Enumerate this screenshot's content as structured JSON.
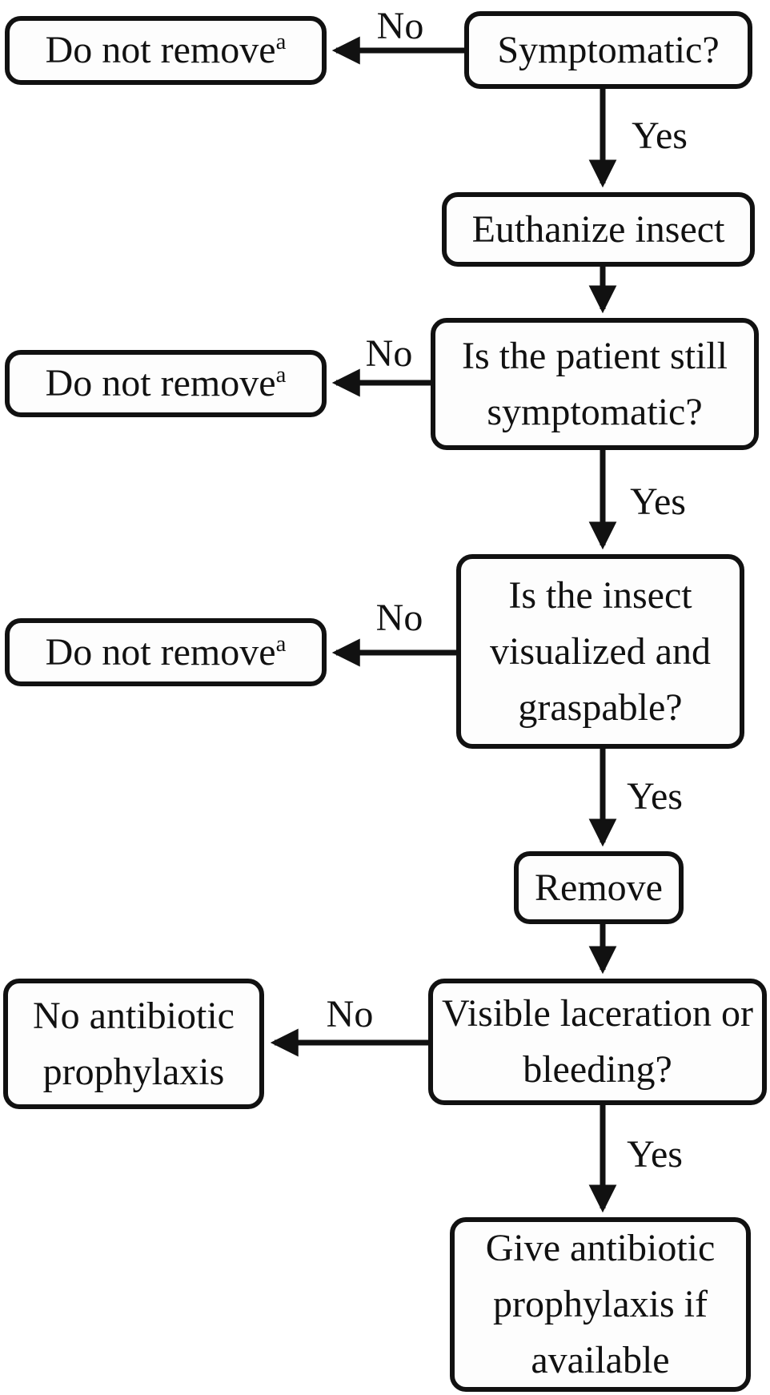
{
  "diagram": {
    "type": "flowchart",
    "background_color": "#ffffff",
    "line_color": "#111111",
    "text_color": "#111111",
    "node_fill": "#fdfdfd",
    "nodes": [
      {
        "id": "symptomatic",
        "text": "Symptomatic?"
      },
      {
        "id": "do-not-remove-1",
        "text": "Do not remove",
        "sup": "a"
      },
      {
        "id": "euthanize-insect",
        "text": "Euthanize insect"
      },
      {
        "id": "patient-still-symptomatic",
        "text": "Is the patient still symptomatic?"
      },
      {
        "id": "do-not-remove-2",
        "text": "Do not remove",
        "sup": "a"
      },
      {
        "id": "insect-visualized-graspable",
        "text": "Is the insect visualized and graspable?"
      },
      {
        "id": "do-not-remove-3",
        "text": "Do not remove",
        "sup": "a"
      },
      {
        "id": "remove",
        "text": "Remove"
      },
      {
        "id": "visible-laceration-bleeding",
        "text": "Visible laceration or bleeding?"
      },
      {
        "id": "no-antibiotic-prophylaxis",
        "text": "No antibiotic prophylaxis"
      },
      {
        "id": "give-antibiotic-prophylaxis",
        "text": "Give antibiotic prophylaxis if available"
      }
    ],
    "edges": [
      {
        "from": "symptomatic",
        "to": "do-not-remove-1",
        "label": "No"
      },
      {
        "from": "symptomatic",
        "to": "euthanize-insect",
        "label": "Yes"
      },
      {
        "from": "euthanize-insect",
        "to": "patient-still-symptomatic",
        "label": ""
      },
      {
        "from": "patient-still-symptomatic",
        "to": "do-not-remove-2",
        "label": "No"
      },
      {
        "from": "patient-still-symptomatic",
        "to": "insect-visualized-graspable",
        "label": "Yes"
      },
      {
        "from": "insect-visualized-graspable",
        "to": "do-not-remove-3",
        "label": "No"
      },
      {
        "from": "insect-visualized-graspable",
        "to": "remove",
        "label": "Yes"
      },
      {
        "from": "remove",
        "to": "visible-laceration-bleeding",
        "label": ""
      },
      {
        "from": "visible-laceration-bleeding",
        "to": "no-antibiotic-prophylaxis",
        "label": "No"
      },
      {
        "from": "visible-laceration-bleeding",
        "to": "give-antibiotic-prophylaxis",
        "label": "Yes"
      }
    ]
  }
}
